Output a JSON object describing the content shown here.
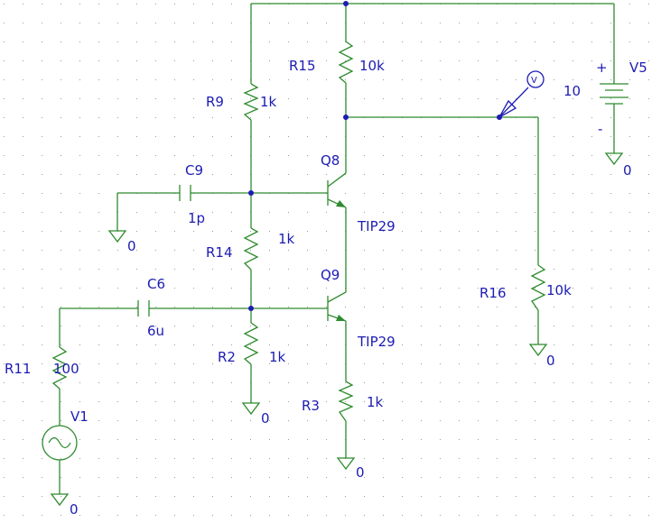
{
  "colors": {
    "wire": "#2e8b2e",
    "label": "#1c1cb4",
    "grid_dot": "#9a9a9a",
    "background": "#ffffff"
  },
  "components": {
    "R15": {
      "ref": "R15",
      "value": "10k"
    },
    "R9": {
      "ref": "R9",
      "value": "1k"
    },
    "R14": {
      "ref": "R14",
      "value": "1k"
    },
    "R2": {
      "ref": "R2",
      "value": "1k"
    },
    "R3": {
      "ref": "R3",
      "value": "1k"
    },
    "R16": {
      "ref": "R16",
      "value": "10k"
    },
    "R11": {
      "ref": "R11",
      "value": "100"
    },
    "C9": {
      "ref": "C9",
      "value": "1p"
    },
    "C6": {
      "ref": "C6",
      "value": "6u"
    },
    "Q8": {
      "ref": "Q8",
      "model": "TIP29"
    },
    "Q9": {
      "ref": "Q9",
      "model": "TIP29"
    },
    "V5": {
      "ref": "V5",
      "value": "10",
      "plus": "+",
      "minus": "-"
    },
    "V1": {
      "ref": "V1"
    }
  },
  "ground_label": "0",
  "probe_label": "V"
}
